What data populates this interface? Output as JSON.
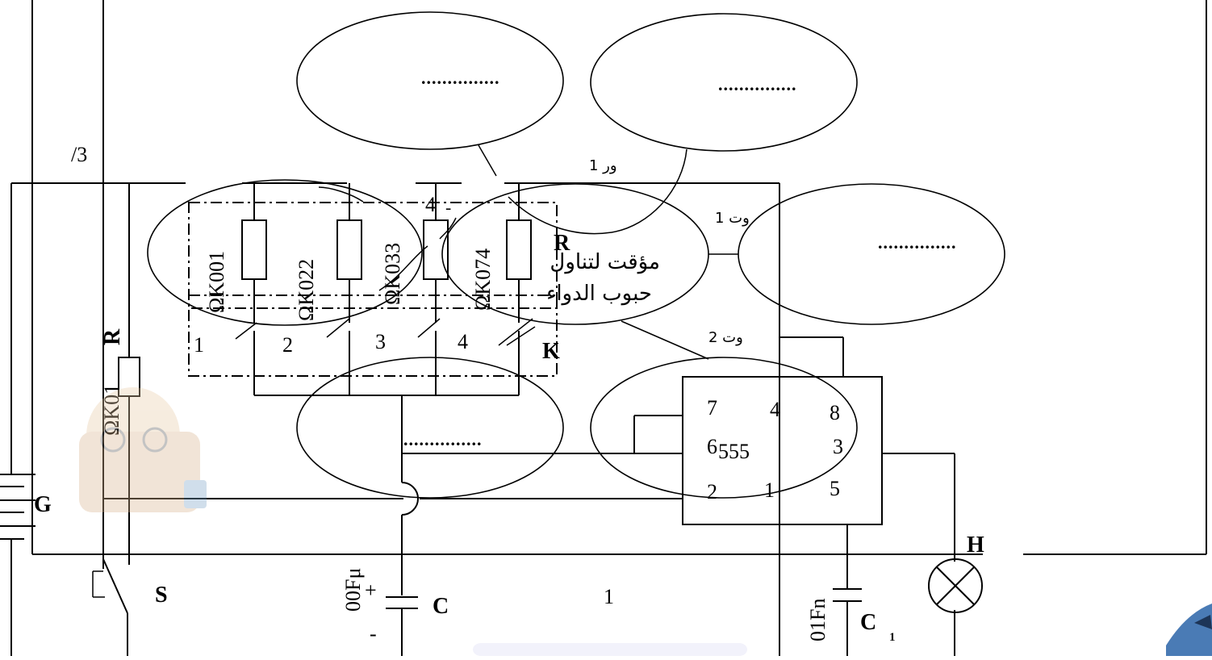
{
  "diagram": {
    "top_left_label": "/3",
    "central_label_line1": "مؤقت لتناول",
    "central_label_line2": "حبوب الدواء",
    "blank_placeholder": "...............",
    "relay_labels": [
      "ور 1",
      "وت 1",
      "وت 2"
    ],
    "partial_label_4": "4",
    "partial_label_char": "ـ",
    "resistor_values": [
      "ΩK001",
      "ΩK022",
      "ΩK033",
      "ΩK074"
    ],
    "switch_positions": [
      "1",
      "2",
      "3",
      "4"
    ],
    "switch_label": "K",
    "resistor_group_label": "R",
    "left_resistor_label": "R",
    "left_resistor_value": "ΩK01",
    "battery_label": "G",
    "push_switch_label": "S",
    "ic_pins": {
      "p7": "7",
      "p4": "4",
      "p8": "8",
      "p6": "6",
      "name": "555",
      "p3": "3",
      "p2": "2",
      "p1": "1",
      "p5": "5"
    },
    "capacitor_label": "C",
    "capacitor_value": "00Fμ",
    "plus_sign": "+",
    "minus_sign": "-",
    "node_label": "1",
    "capacitor1_label": "C",
    "capacitor1_sub": "1",
    "capacitor1_value": "01Fn",
    "lamp_label": "H"
  }
}
